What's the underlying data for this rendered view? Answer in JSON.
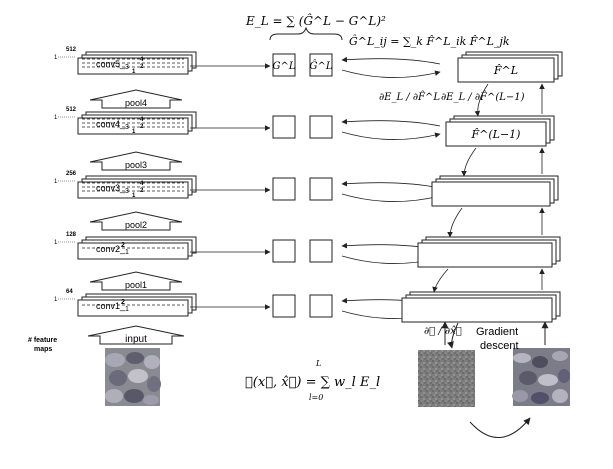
{
  "formulas": {
    "energy": "E_L = ∑ (Ĝ^L − G^L)²",
    "gram": "Ĝ^L_ij = ∑_k F̂^L_ik F̂^L_jk",
    "grad_mid": "∂E_L / ∂F̂^L",
    "grad_right": "∂E_L / ∂F̂^(L−1)",
    "loss": "ℒ(x⃗, x̂⃗) = ∑ w_l E_l",
    "loss_sum_top": "L",
    "loss_sum_bottom": "l=0",
    "grad_x": "∂ℒ / ∂x̂⃗"
  },
  "gram_labels": {
    "target": "G^L",
    "generated": "Ĝ^L"
  },
  "right_labels": {
    "top": "F̂^L",
    "second": "F̂^(L−1)"
  },
  "layers": [
    {
      "label": "conv5_",
      "sub": "3",
      "n": "512",
      "marks": [
        "4",
        "2",
        "1"
      ]
    },
    {
      "label": "conv4_",
      "sub": "3",
      "n": "512",
      "marks": [
        "4",
        "2",
        "1"
      ]
    },
    {
      "label": "conv3_",
      "sub": "3",
      "n": "256",
      "marks": [
        "4",
        "2",
        "1"
      ]
    },
    {
      "label": "conv2_",
      "sub": "1",
      "n": "128",
      "marks": [
        "2"
      ]
    },
    {
      "label": "conv1_",
      "sub": "1",
      "n": "64",
      "marks": [
        "2"
      ]
    }
  ],
  "pools": [
    "pool4",
    "pool3",
    "pool2",
    "pool1"
  ],
  "input_label": "input",
  "feature_maps_label": "# feature\nmaps",
  "gradient_label": "Gradient\ndescent",
  "colors": {
    "stroke": "#222222",
    "pebble_bg": "#8a8a92",
    "noise_bg": "#7a7a7a"
  }
}
